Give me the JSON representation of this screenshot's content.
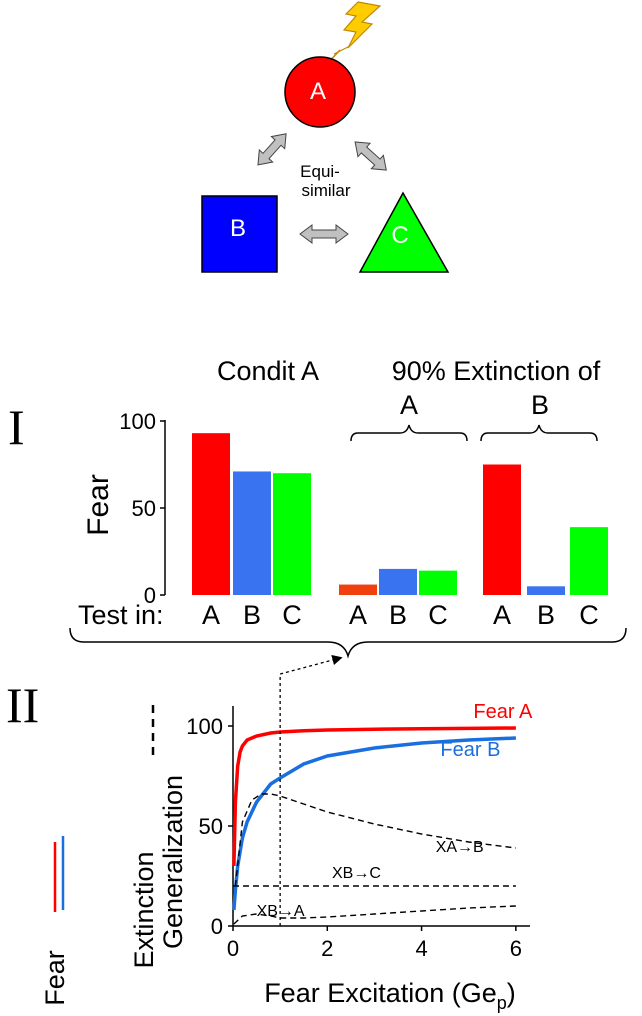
{
  "diagram": {
    "nodes": [
      {
        "id": "A",
        "label": "A",
        "shape": "circle",
        "color": "#ff0000"
      },
      {
        "id": "B",
        "label": "B",
        "shape": "square",
        "color": "#0000ff"
      },
      {
        "id": "C",
        "label": "C",
        "shape": "triangle",
        "color": "#00ff00"
      }
    ],
    "center_label_1": "Equi-",
    "center_label_2": "similar",
    "shock_icon": "lightning-bolt-icon"
  },
  "panel_labels": {
    "p1": "I",
    "p2": "II"
  },
  "chart_data": [
    {
      "type": "bar",
      "group_headers": {
        "condit": "Condit A",
        "ext_line1": "90% Extinction of",
        "ext_A": "A",
        "ext_B": "B"
      },
      "ylabel": "Fear",
      "ylim": [
        0,
        100
      ],
      "yticks": [
        0,
        50,
        100
      ],
      "test_label": "Test in:",
      "categories": [
        "A",
        "B",
        "C",
        "A",
        "B",
        "C",
        "A",
        "B",
        "C"
      ],
      "values": [
        93,
        71,
        70,
        6,
        15,
        14,
        75,
        5,
        39
      ],
      "colors": [
        "#ff0000",
        "#3a73f0",
        "#00ff00",
        "#f04010",
        "#3a73f0",
        "#00ff00",
        "#ff0000",
        "#3a73f0",
        "#00ff00"
      ]
    },
    {
      "type": "line",
      "xlabel_main": "Fear Excitation (Ge",
      "xlabel_sub": "p",
      "xlabel_end": ")",
      "ylabel_line1": "Extinction",
      "ylabel_line2": "Generalization",
      "legend_fear_label": "Fear",
      "xlim": [
        0,
        6.3
      ],
      "ylim": [
        0,
        110
      ],
      "xticks": [
        0,
        2,
        4,
        6
      ],
      "yticks": [
        0,
        50,
        100
      ],
      "marker_x": 1,
      "series": [
        {
          "name": "Fear A",
          "color": "#ff0000",
          "style": "solid",
          "x": [
            0.02,
            0.05,
            0.1,
            0.15,
            0.2,
            0.3,
            0.5,
            0.8,
            1,
            1.5,
            2,
            3,
            4,
            5,
            6
          ],
          "y": [
            30,
            62,
            80,
            87,
            90,
            93,
            95,
            96.5,
            97,
            97.6,
            98,
            98.4,
            98.6,
            98.8,
            99
          ]
        },
        {
          "name": "Fear B",
          "color": "#1a6fe0",
          "style": "solid",
          "x": [
            0.02,
            0.05,
            0.1,
            0.2,
            0.3,
            0.5,
            0.8,
            1,
            1.5,
            2,
            3,
            4,
            5,
            6
          ],
          "y": [
            8,
            18,
            30,
            44,
            52,
            62,
            71,
            74,
            81,
            85,
            89,
            91.5,
            93,
            94
          ]
        },
        {
          "name": "XA→B",
          "color": "#000000",
          "style": "dashed",
          "x": [
            0.05,
            0.2,
            0.4,
            0.6,
            0.8,
            1,
            1.5,
            2,
            3,
            4,
            5,
            6
          ],
          "y": [
            20,
            52,
            63,
            66,
            66,
            65,
            61,
            57,
            51,
            46,
            42,
            39
          ]
        },
        {
          "name": "XB→C",
          "color": "#000000",
          "style": "dashed",
          "x": [
            0,
            6
          ],
          "y": [
            20,
            20
          ]
        },
        {
          "name": "XB→A",
          "color": "#000000",
          "style": "dashed",
          "x": [
            0.02,
            0.2,
            0.5,
            0.8,
            1,
            1.5,
            2,
            3,
            4,
            5,
            6
          ],
          "y": [
            1,
            5,
            6,
            5,
            4,
            4,
            4.5,
            6,
            7.5,
            9,
            10
          ]
        }
      ],
      "annotations": [
        {
          "text": "Fear A",
          "series": "Fear A"
        },
        {
          "text": "Fear B",
          "series": "Fear B"
        },
        {
          "text": "XA→B",
          "series": "XA→B"
        },
        {
          "text": "XB→C",
          "series": "XB→C"
        },
        {
          "text": "XB→A",
          "series": "XB→A"
        }
      ]
    }
  ]
}
